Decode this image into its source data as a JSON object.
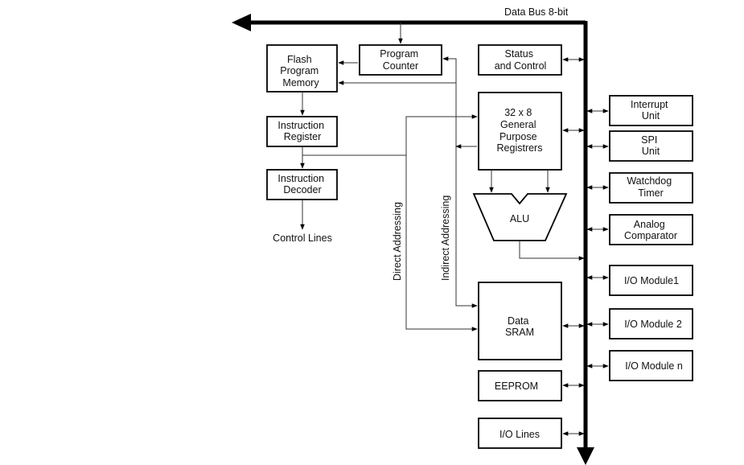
{
  "title": "Data Bus 8-bit",
  "blocks": {
    "flash": [
      "Flash",
      "Program",
      "Memory"
    ],
    "program_counter": [
      "Program",
      "Counter"
    ],
    "status_control": [
      "Status",
      "and Control"
    ],
    "instruction_register": [
      "Instruction",
      "Register"
    ],
    "instruction_decoder": [
      "Instruction",
      "Decoder"
    ],
    "control_lines": "Control Lines",
    "gpr": [
      "32 x 8",
      "General",
      "Purpose",
      "Registrers"
    ],
    "alu": "ALU",
    "data_sram": [
      "Data",
      "SRAM"
    ],
    "eeprom": "EEPROM",
    "io_lines": "I/O Lines",
    "interrupt_unit": [
      "Interrupt",
      "Unit"
    ],
    "spi_unit": [
      "SPI",
      "Unit"
    ],
    "watchdog_timer": [
      "Watchdog",
      "Timer"
    ],
    "analog_comparator": [
      "Analog",
      "Comparator"
    ],
    "io_module_1": "I/O Module1",
    "io_module_2": "I/O Module 2",
    "io_module_n": "I/O Module n"
  },
  "labels": {
    "direct_addressing": "Direct Addressing",
    "indirect_addressing": "Indirect Addressing"
  },
  "colors": {
    "line": "#000000",
    "box_fill": "#ffffff",
    "text": "#111111"
  }
}
